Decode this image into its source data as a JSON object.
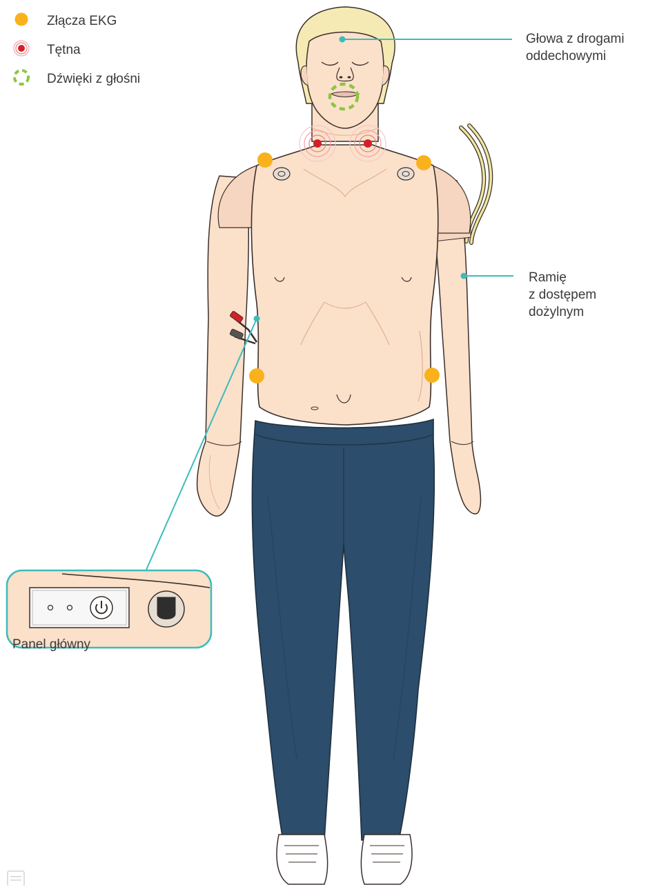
{
  "legend": {
    "items": [
      {
        "label": "Złącza EKG",
        "icon": "ecg-connector-dot-icon",
        "color": "#f9b21b"
      },
      {
        "label": "Tętna",
        "icon": "pulse-target-icon",
        "color": "#d51f26"
      },
      {
        "label": "Dźwięki z głośni",
        "icon": "speaker-sound-dashed-circle-icon",
        "color": "#8cc63f"
      }
    ]
  },
  "callouts": {
    "head": {
      "line1": "Głowa z drogami",
      "line2": "oddechowymi"
    },
    "arm": {
      "line1": "Ramię",
      "line2": "z dostępem",
      "line3": "dożylnym"
    },
    "panel": {
      "line1": "Panel główny"
    }
  },
  "colors": {
    "skin": "#fbe0ca",
    "skin_shadow": "#f3c9ad",
    "outline": "#3a2e2a",
    "pants": "#2c4d6b",
    "hair": "#f6eab4",
    "callout_line": "#3bbcbb",
    "ecg": "#f9b21b",
    "pulse": "#d51f26",
    "sound": "#8cc63f"
  }
}
